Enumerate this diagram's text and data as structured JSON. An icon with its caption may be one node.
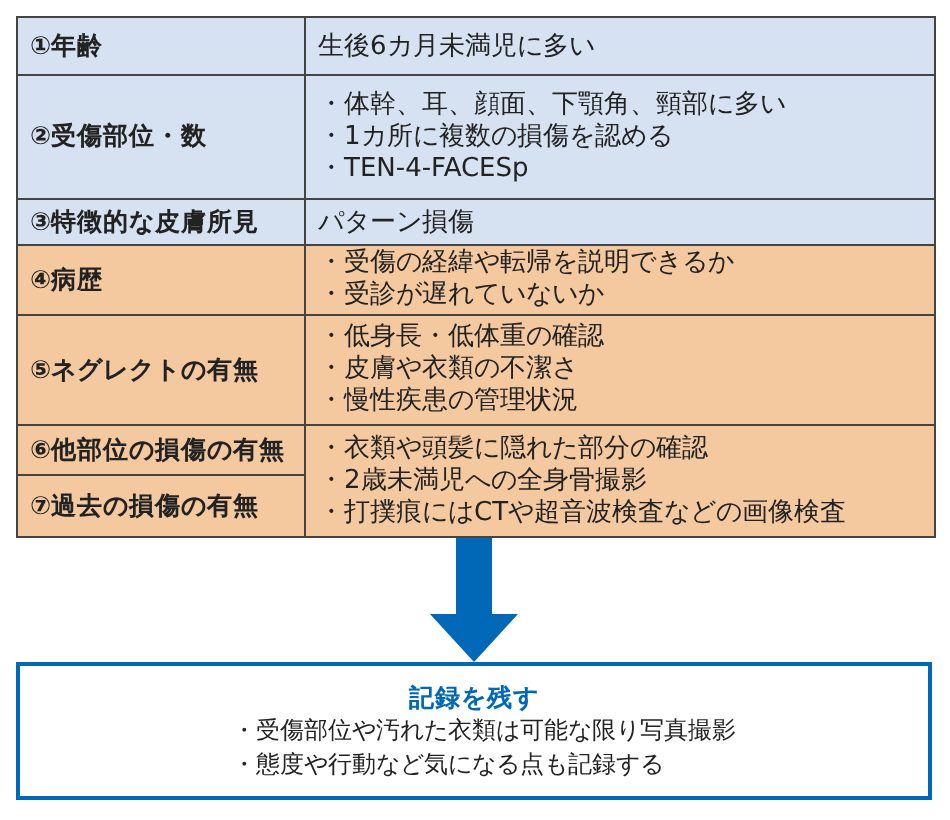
{
  "diagram": {
    "nodes": [
      {
        "text": [],
        "shape": "box"
      },
      {
        "text": [
          "①年齢"
        ],
        "in": 0
      },
      {
        "text": [
          "生後6カ月未満児に多い"
        ],
        "in": 0
      },
      {
        "text": [
          "②受傷部位・数"
        ],
        "in": 0
      },
      {
        "text": [
          "・体幹、耳、顔面、下顎角、頸部に多い",
          "・1カ所に複数の損傷を認める",
          "・TEN-4-FACESp"
        ],
        "in": 0
      },
      {
        "text": [
          "③特徴的な皮膚所見"
        ],
        "in": 0
      },
      {
        "text": [
          "パターン損傷"
        ],
        "in": 0
      },
      {
        "text": [
          "④病歴"
        ],
        "in": 0
      },
      {
        "text": [
          "・受傷の経緯や転帰を説明できるか",
          "・受診が遅れていないか"
        ],
        "in": 0
      },
      {
        "text": [
          "⑤ネグレクトの有無"
        ],
        "in": 0
      },
      {
        "text": [
          "・低身長・低体重の確認",
          "・皮膚や衣類の不潔さ",
          "・慢性疾患の管理状況"
        ],
        "in": 0
      },
      {
        "text": [
          "⑥他部位の損傷の有無"
        ],
        "in": 0
      },
      {
        "text": [
          "⑦過去の損傷の有無"
        ],
        "in": 0
      },
      {
        "text": [
          "・衣類や頭髪に隠れた部分の確認",
          "・2歳未満児への全身骨撮影",
          "・打撲痕にはCTや超音波検査などの画像検査"
        ],
        "in": 0
      },
      {
        "text": [
          "記録を残す",
          "・受傷部位や汚れた衣類は可能な限り写真撮影",
          "・態度や行動など気になる点も記録する"
        ]
      }
    ],
    "edges": [
      {
        "from": 0,
        "to": 14,
        "arrow": "to",
        "style": "thick",
        "color": "#0068b7"
      }
    ]
  }
}
